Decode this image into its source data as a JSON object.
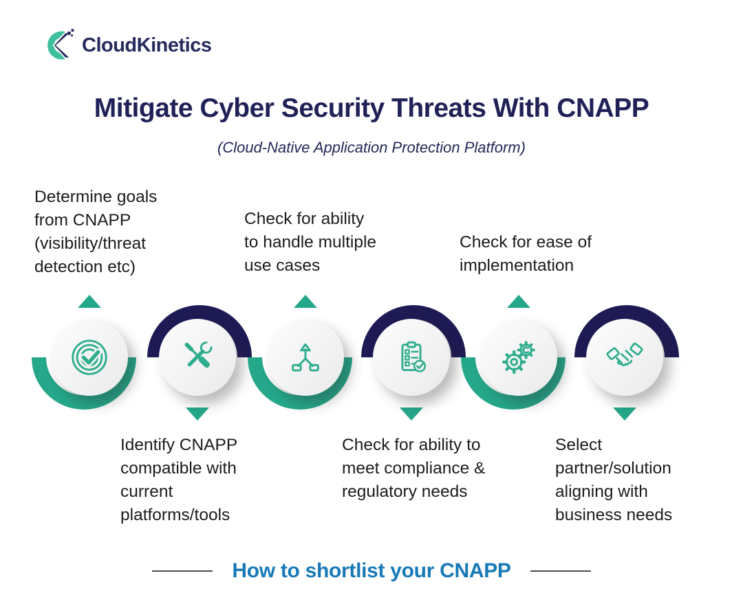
{
  "logo": {
    "brand": "CloudKinetics"
  },
  "header": {
    "title": "Mitigate Cyber Security Threats With CNAPP",
    "subtitle": "(Cloud-Native Application Protection Platform)"
  },
  "steps": [
    {
      "icon": "target-check-icon",
      "position": "top",
      "label": "Determine goals\nfrom CNAPP\n(visibility/threat\ndetection etc)"
    },
    {
      "icon": "tools-icon",
      "position": "bottom",
      "label": "Identify CNAPP\ncompatible with\ncurrent\nplatforms/tools"
    },
    {
      "icon": "branch-icon",
      "position": "top",
      "label": "Check for ability\nto handle multiple\nuse cases"
    },
    {
      "icon": "checklist-icon",
      "position": "bottom",
      "label": "Check for ability to\nmeet compliance &\nregulatory needs"
    },
    {
      "icon": "gears-icon",
      "position": "top",
      "label": "Check for ease of\nimplementation"
    },
    {
      "icon": "handshake-icon",
      "position": "bottom",
      "label": "Select\npartner/solution\naligning with\nbusiness needs"
    }
  ],
  "footer": {
    "title": "How to shortlist your CNAPP"
  },
  "colors": {
    "teal": "#25A78A",
    "navy": "#1E1A54",
    "icon_stroke": "#2EAD8D",
    "accent_blue": "#1779B7",
    "title_navy": "#1F2157"
  }
}
